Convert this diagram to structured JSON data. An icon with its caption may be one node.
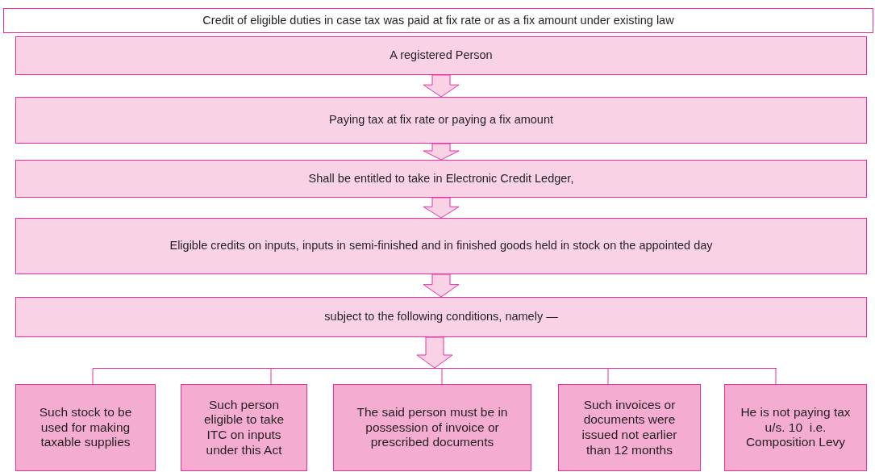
{
  "diagram": {
    "nodes": [
      {
        "text": [
          "Credit of eligible duties in case tax was paid at fix rate or as a fix amount under existing law"
        ]
      },
      {
        "text": [
          "A registered Person"
        ]
      },
      {
        "text": [
          "Paying tax at fix rate or paying a fix amount"
        ]
      },
      {
        "text": [
          "Shall be entitled to take in Electronic Credit Ledger,"
        ]
      },
      {
        "text": [
          "Eligible credits on inputs, inputs in semi-finished and in finished goods held in stock on the appointed day"
        ]
      },
      {
        "text": [
          "subject to the following conditions, namely —"
        ]
      },
      {
        "text": [],
        "shape": "bar"
      },
      {
        "text": [
          "Such stock to be used for making taxable supplies"
        ]
      },
      {
        "text": [
          "Such person eligible to take ITC on inputs under this Act"
        ]
      },
      {
        "text": [
          "The said person must be in possession of invoice or prescribed documents"
        ]
      },
      {
        "text": [
          "Such invoices or documents were issued not earlier than 12 months"
        ]
      },
      {
        "text": [
          "He is not paying tax u/s. 10  i.e. Composition Levy"
        ]
      }
    ],
    "edges": [
      {
        "from": 1,
        "to": 2,
        "arrow": "to"
      },
      {
        "from": 2,
        "to": 3,
        "arrow": "to"
      },
      {
        "from": 3,
        "to": 4,
        "arrow": "to"
      },
      {
        "from": 4,
        "to": 5,
        "arrow": "to"
      },
      {
        "from": 5,
        "to": 6,
        "arrow": "to"
      },
      {
        "from": 6,
        "to": 7,
        "arrow": "none"
      },
      {
        "from": 6,
        "to": 8,
        "arrow": "none"
      },
      {
        "from": 6,
        "to": 9,
        "arrow": "none"
      },
      {
        "from": 6,
        "to": 10,
        "arrow": "none"
      },
      {
        "from": 6,
        "to": 11,
        "arrow": "none"
      }
    ]
  }
}
